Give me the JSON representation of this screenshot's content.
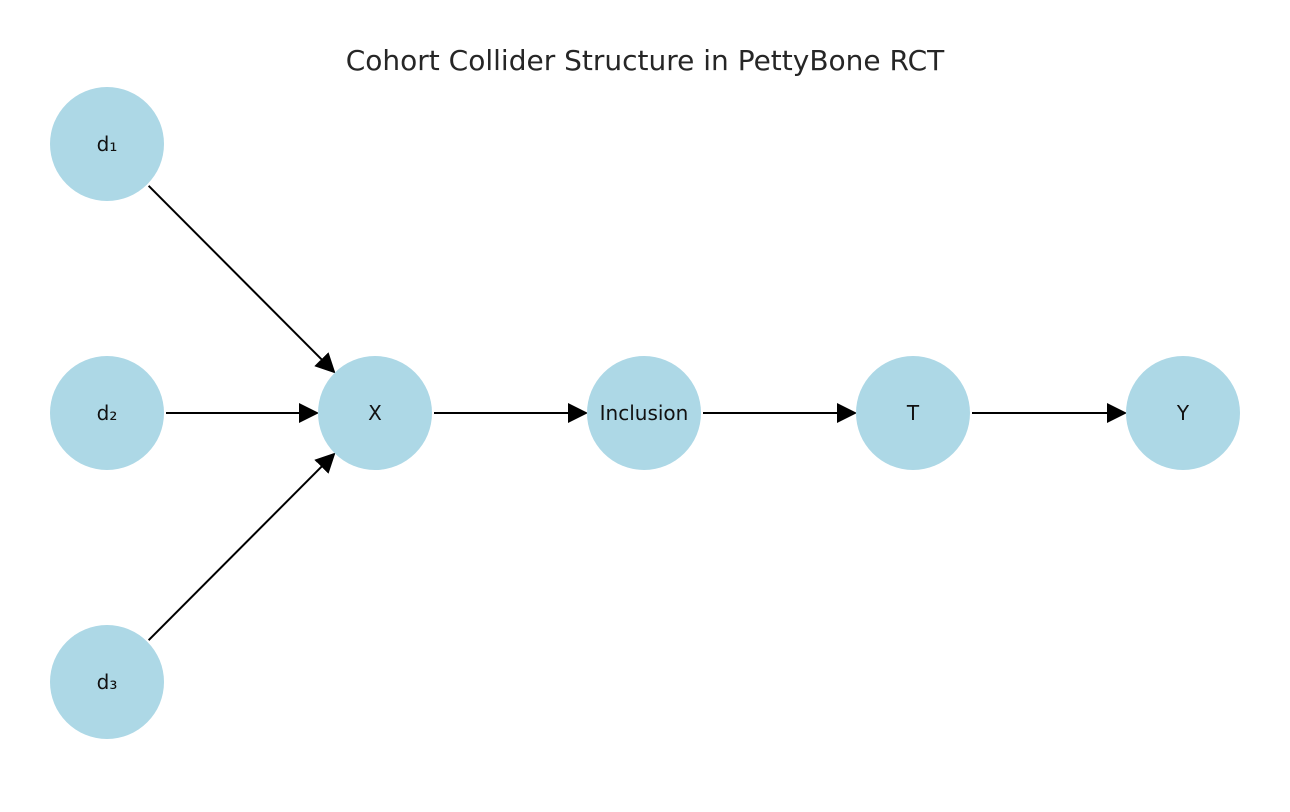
{
  "title": "Cohort Collider Structure in PettyBone RCT",
  "colors": {
    "node_fill": "#ADD8E6",
    "edge": "#000000",
    "label": "#111111"
  },
  "nodes": [
    {
      "id": "d1",
      "label": "d₁"
    },
    {
      "id": "d2",
      "label": "d₂"
    },
    {
      "id": "d3",
      "label": "d₃"
    },
    {
      "id": "X",
      "label": "X"
    },
    {
      "id": "Inclusion",
      "label": "Inclusion"
    },
    {
      "id": "T",
      "label": "T"
    },
    {
      "id": "Y",
      "label": "Y"
    }
  ],
  "edges": [
    {
      "from": "d1",
      "to": "X"
    },
    {
      "from": "d2",
      "to": "X"
    },
    {
      "from": "d3",
      "to": "X"
    },
    {
      "from": "X",
      "to": "Inclusion"
    },
    {
      "from": "Inclusion",
      "to": "T"
    },
    {
      "from": "T",
      "to": "Y"
    }
  ]
}
